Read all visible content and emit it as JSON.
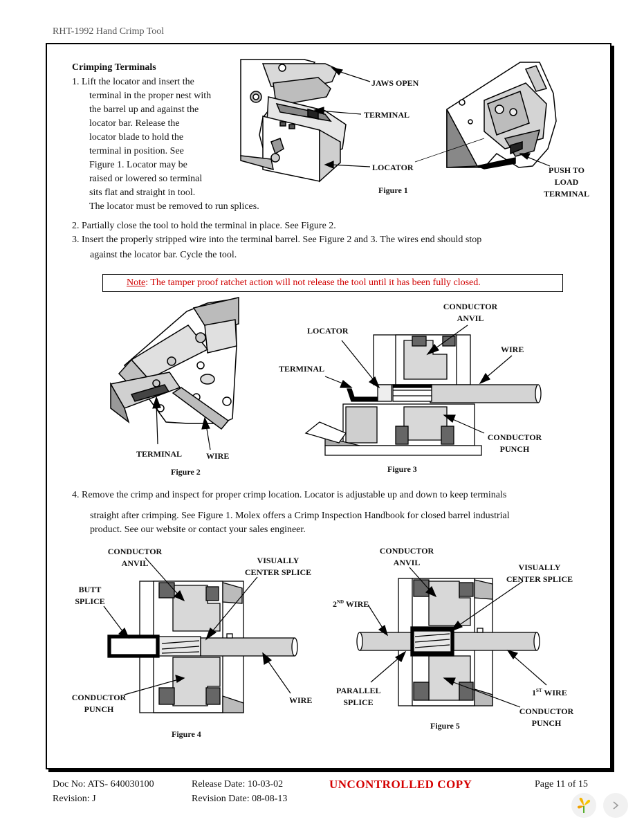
{
  "header": {
    "title": "RHT-1992 Hand Crimp Tool"
  },
  "section_title": "Crimping Terminals",
  "step1": {
    "lines": [
      "1.  Lift the locator and insert the",
      "terminal in the proper nest with",
      "the barrel up and against the",
      "locator bar.  Release the",
      "locator blade to hold the",
      "terminal in position.  See",
      "Figure 1.  Locator may be",
      "raised or lowered so terminal",
      "sits flat and straight in tool.",
      "The locator must be removed to run splices."
    ]
  },
  "step2": "2.  Partially close the tool to hold the terminal in place.  See Figure 2.",
  "step3": {
    "line1": "3.  Insert the properly stripped wire into the terminal barrel.  See Figure 2 and 3.  The wires end should stop",
    "line2": "against the locator bar.  Cycle the tool."
  },
  "note": {
    "label": "Note",
    "text": ":  The tamper proof ratchet action will not release the tool until it has been fully closed."
  },
  "step4": {
    "line1": "4.  Remove the crimp and inspect for proper crimp location.  Locator is adjustable up and down to keep terminals",
    "line2": "straight after crimping.  See Figure 1.  Molex offers a Crimp Inspection Handbook for closed barrel industrial",
    "line3": "product.  See our website or contact your sales engineer."
  },
  "figure1": {
    "caption": "Figure 1",
    "jaws_open": "JAWS OPEN",
    "terminal": "TERMINAL",
    "locator": "LOCATOR",
    "push_to": "PUSH TO",
    "load_terminal": "LOAD TERMINAL"
  },
  "figure2": {
    "caption": "Figure 2",
    "terminal": "TERMINAL",
    "wire": "WIRE"
  },
  "figure3": {
    "caption": "Figure 3",
    "locator": "LOCATOR",
    "terminal": "TERMINAL",
    "conductor_anvil_1": "CONDUCTOR",
    "conductor_anvil_2": "ANVIL",
    "wire": "WIRE",
    "conductor_punch_1": "CONDUCTOR",
    "conductor_punch_2": "PUNCH"
  },
  "figure4": {
    "caption": "Figure 4",
    "conductor_anvil_1": "CONDUCTOR",
    "conductor_anvil_2": "ANVIL",
    "visually_1": "VISUALLY",
    "visually_2": "CENTER SPLICE",
    "butt_1": "BUTT",
    "butt_2": "SPLICE",
    "conductor_punch_1": "CONDUCTOR",
    "conductor_punch_2": "PUNCH",
    "wire": "WIRE"
  },
  "figure5": {
    "caption": "Figure 5",
    "conductor_anvil_1": "CONDUCTOR",
    "conductor_anvil_2": "ANVIL",
    "visually_1": "VISUALLY",
    "visually_2": "CENTER SPLICE",
    "second_wire_num": "2",
    "second_wire_sup": "ND",
    "second_wire": "WIRE",
    "parallel_1": "PARALLEL",
    "parallel_2": "SPLICE",
    "first_wire_num": "1",
    "first_wire_sup": "ST",
    "first_wire": "WIRE",
    "conductor_punch_1": "CONDUCTOR",
    "conductor_punch_2": "PUNCH"
  },
  "footer": {
    "doc_no": "Doc No: ATS- 640030100",
    "revision": "Revision: J",
    "release_date": "Release Date: 10-03-02",
    "revision_date": "Revision Date: 08-08-13",
    "uncontrolled": "UNCONTROLLED COPY",
    "page": "Page 11 of 15"
  },
  "viewer": {
    "logo_icon": "yellow-flower-logo-icon",
    "next_icon": "chevron-right-icon"
  }
}
